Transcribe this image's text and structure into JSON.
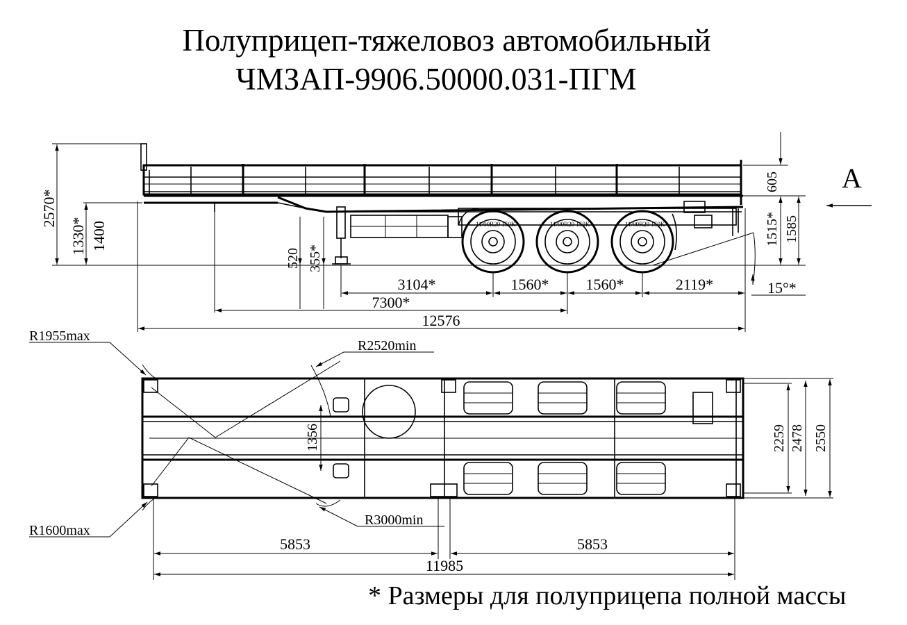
{
  "title": {
    "line1": "Полуприцеп-тяжеловоз автомобильный",
    "line2": "ЧМЗАП-9906.50000.031-ПГМ"
  },
  "view_label": "А",
  "side_view": {
    "height_total": "2570*",
    "frame_height_1": "1330*",
    "frame_height_2": "1400",
    "leg_520": "520",
    "leg_355": "355*",
    "side_height": "605",
    "rear_1515": "1515*",
    "rear_1585": "1585",
    "angle": "15°*",
    "dim_3104": "3104*",
    "dim_1560a": "1560*",
    "dim_1560b": "1560*",
    "dim_2119": "2119*",
    "dim_7300": "7300*",
    "dim_12576": "12576",
    "tire_label": "11/00R20 150K"
  },
  "top_view": {
    "r1955": "R1955max",
    "r2520": "R2520min",
    "r1600": "R1600max",
    "r3000": "R3000min",
    "dim_1356": "1356",
    "width_2259": "2259",
    "width_2478": "2478",
    "width_2550": "2550",
    "dim_5853a": "5853",
    "dim_5853b": "5853",
    "dim_11985": "11985"
  },
  "footnote": "* Размеры для полуприцепа полной массы"
}
